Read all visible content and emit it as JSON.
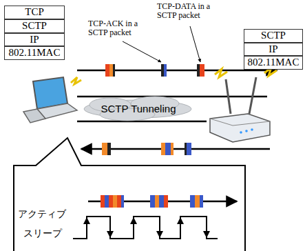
{
  "diagram": {
    "nodes": [
      {
        "text": [
          "TCP"
        ]
      },
      {
        "text": [
          "SCTP"
        ]
      },
      {
        "text": [
          "IP"
        ]
      },
      {
        "text": [
          "802.11MAC"
        ]
      },
      {
        "text": [
          "SCTP"
        ]
      },
      {
        "text": [
          "IP"
        ]
      },
      {
        "text": [
          "802.11MAC"
        ]
      },
      {
        "text": [
          "SCTP Tunneling"
        ]
      },
      {
        "text": [
          "アクティブ",
          "スリープ"
        ]
      }
    ],
    "labels": [
      "TCP-ACK in a SCTP packet",
      "TCP-DATA in a SCTP packet"
    ]
  }
}
